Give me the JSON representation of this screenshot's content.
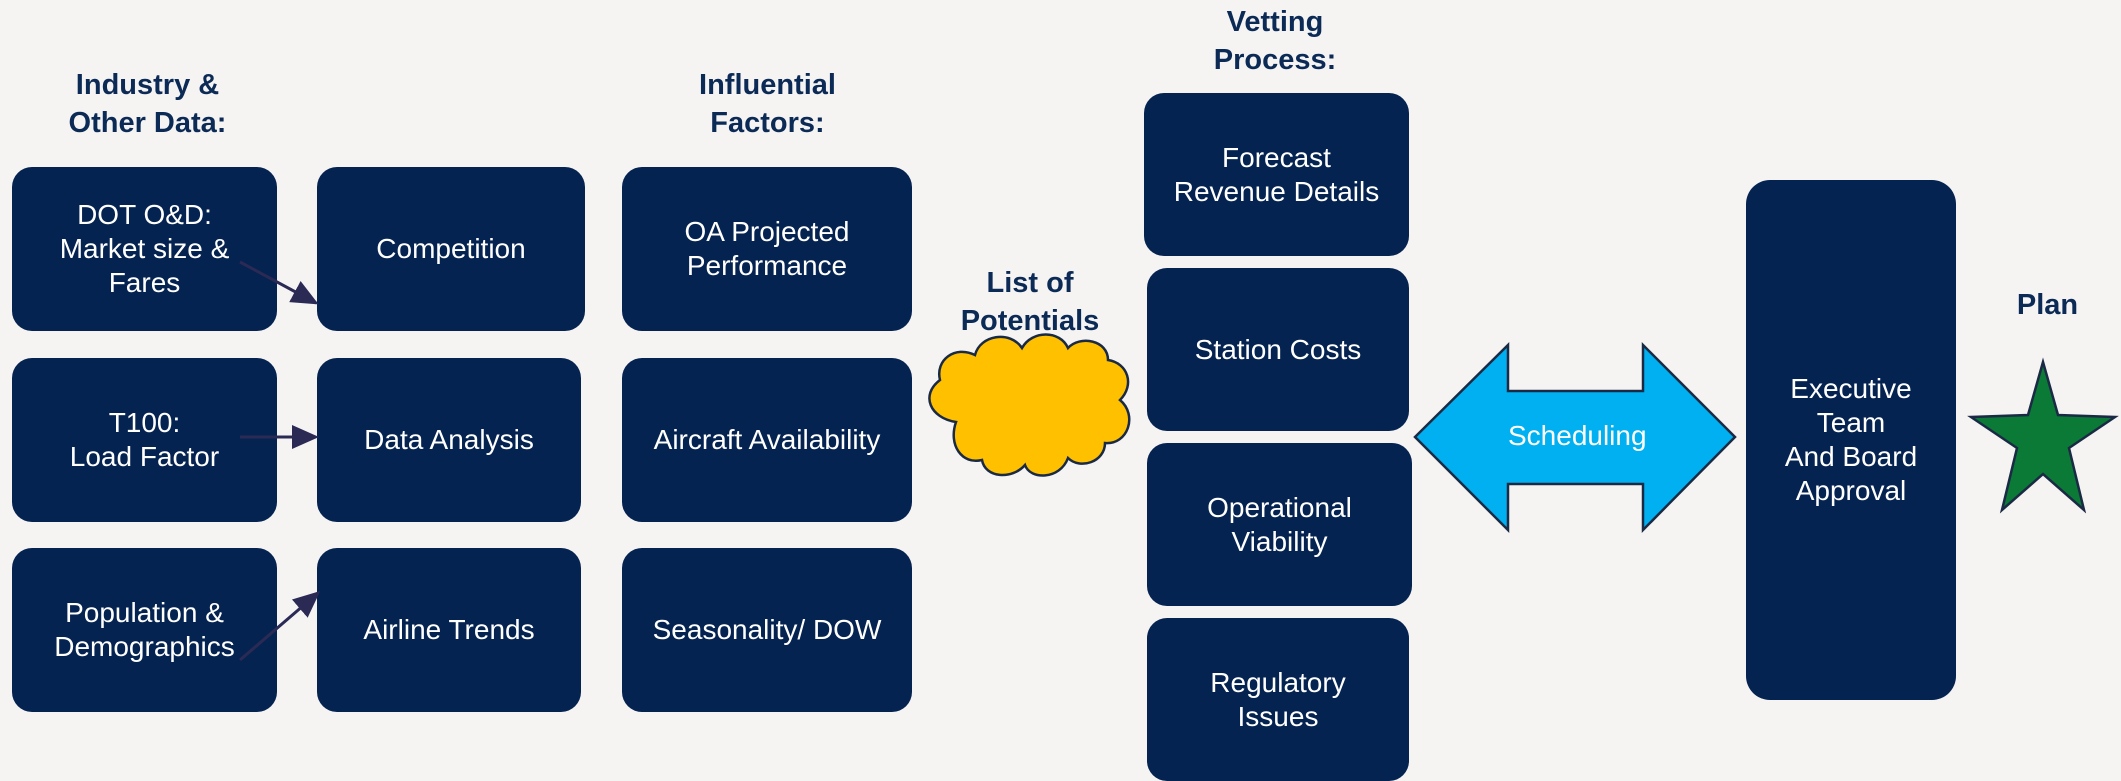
{
  "headings": {
    "industry": "Industry  &\nOther Data:",
    "influential": "Influential\nFactors:",
    "list": "List of\nPotentials",
    "vetting": "Vetting\nProcess:",
    "plan": "Plan"
  },
  "industry_boxes": [
    "DOT O&D:\nMarket size &\nFares",
    "T100:\nLoad Factor",
    "Population &\nDemographics"
  ],
  "analysis_boxes": [
    "Competition",
    "Data Analysis",
    "Airline Trends"
  ],
  "factor_boxes": [
    "OA Projected\nPerformance",
    "Aircraft Availability",
    "Seasonality/ DOW"
  ],
  "vetting_boxes": [
    "Forecast\nRevenue Details",
    "Station Costs",
    "Operational\nViability",
    "Regulatory\nIssues"
  ],
  "scheduling_label": "Scheduling",
  "approval_box": "Executive\nTeam\nAnd Board\nApproval",
  "colors": {
    "box": "#052350",
    "heading": "#0b2a55",
    "cloud": "#ffc000",
    "arrow": "#00b0f0",
    "star": "#0a7a36",
    "background": "#f6f4f3"
  }
}
